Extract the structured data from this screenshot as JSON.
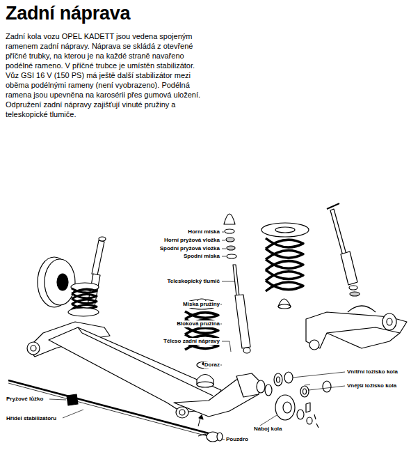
{
  "diagram": {
    "title": "Zadní náprava",
    "labels": [
      "Zadní kola vozu OPEL KADETT jsou vedena spojeným ramenem zadní nápravy. Náprava se skládá z otevřené příčné trubky, na kterou je na každé straně navařeno podélné rameno. V příčné trubce je umístěn stabilizátor. Vůz GSI 16 V (150 PS) má ještě další stabilizátor mezi oběma podélnými rameny (není vyobrazeno). Podélná ramena jsou upevněna na karosérii přes gumová uložení. Odpružení zadní nápravy zajišťují vinuté pružiny a teleskopické tlumiče.",
      "Horní miska",
      "Horní pryžová vložka",
      "Spodní pryžová vložka",
      "Spodní miska",
      "Teleskopický tlumič",
      "Miska pružiny",
      "Bloková pružina",
      "Těleso zadní nápravy",
      "Doraz",
      "Vnitřní ložisko kola",
      "Vnější ložisko kola",
      "Náboj kola",
      "Pryžové lůžko",
      "Hřídel stabilizátoru",
      "Pouzdro"
    ]
  }
}
